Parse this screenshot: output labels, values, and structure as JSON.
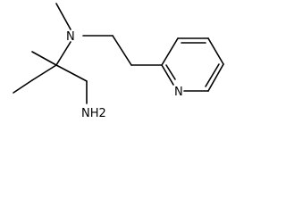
{
  "molecule": {
    "atoms": {
      "amine": "NH2",
      "tertiary_n": "N",
      "pyridine_n": "N"
    },
    "colors": {
      "bond": "#000000",
      "label": "#000000",
      "background": "#ffffff"
    }
  }
}
